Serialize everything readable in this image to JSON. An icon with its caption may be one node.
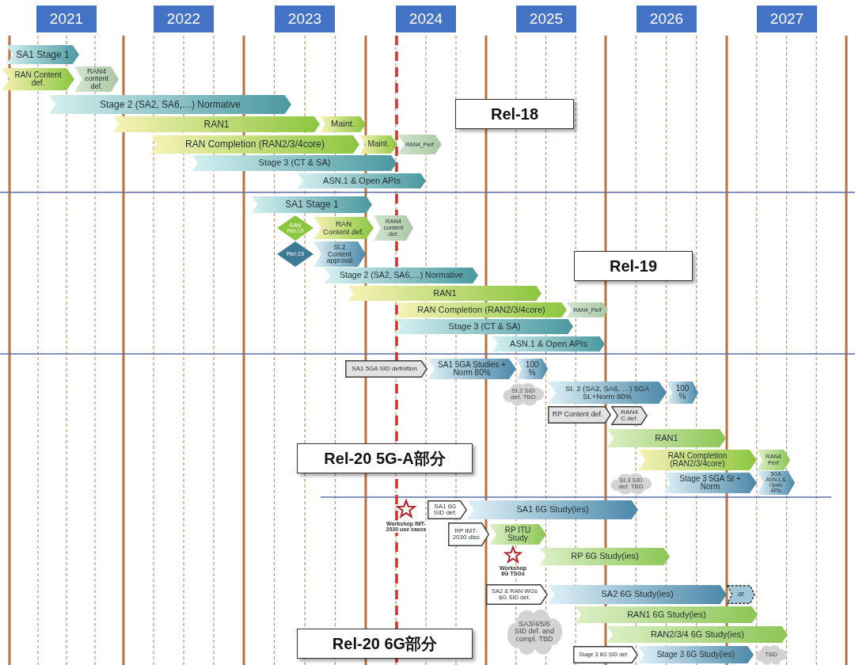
{
  "diagram": {
    "nodes": [
      {
        "text": [
          "2021"
        ]
      },
      {
        "text": [
          "2022"
        ]
      },
      {
        "text": [
          "2023"
        ]
      },
      {
        "text": [
          "2024"
        ]
      },
      {
        "text": [
          "2025"
        ]
      },
      {
        "text": [
          "2026"
        ]
      },
      {
        "text": [
          "2027"
        ]
      },
      {
        "text": [
          "SA1 Stage 1"
        ]
      },
      {
        "text": [
          "RAN Content def."
        ]
      },
      {
        "text": [
          "RAN4 content def."
        ]
      },
      {
        "text": [
          "Stage 2 (SA2, SA6,…) Normative"
        ]
      },
      {
        "text": [
          "Rel-18"
        ]
      },
      {
        "text": [
          "RAN1"
        ]
      },
      {
        "text": [
          "Maint."
        ]
      },
      {
        "text": [
          "RAN Completion (RAN2/3/4core)"
        ]
      },
      {
        "text": [
          "Maint."
        ]
      },
      {
        "text": [
          "RAN4_Perf"
        ]
      },
      {
        "text": [
          "Stage 3 (CT & SA)"
        ]
      },
      {
        "text": [
          "ASN.1 & Open APIs"
        ]
      },
      {
        "text": [
          "SA1 Stage 1"
        ]
      },
      {
        "text": [
          "RAN Rel-19"
        ]
      },
      {
        "text": [
          "RAN Content def."
        ]
      },
      {
        "text": [
          "RAN4 content def."
        ]
      },
      {
        "text": [
          "Rel-19"
        ]
      },
      {
        "text": [
          "St.2 Content approval"
        ]
      },
      {
        "text": [
          "Rel-19"
        ]
      },
      {
        "text": [
          "Stage 2 (SA2, SA6,…) Normative"
        ]
      },
      {
        "text": [
          "RAN1"
        ]
      },
      {
        "text": [
          "RAN Completion (RAN2/3/4core)"
        ]
      },
      {
        "text": [
          "RAN4_Perf"
        ]
      },
      {
        "text": [
          "Stage 3 (CT & SA)"
        ]
      },
      {
        "text": [
          "ASN.1 & Open APIs"
        ]
      },
      {
        "text": [
          "SA1 5GA SID definition"
        ]
      },
      {
        "text": [
          "SA1 5GA Studies + Norm 80%"
        ]
      },
      {
        "text": [
          "100 %"
        ]
      },
      {
        "text": [
          "St.2 SID def. TBD"
        ]
      },
      {
        "text": [
          "St. 2 (SA2, SA6, …) 5GA St.+Norm 80%"
        ]
      },
      {
        "text": [
          "100 %"
        ]
      },
      {
        "text": [
          "RP Content def."
        ]
      },
      {
        "text": [
          "RAN4 C.def."
        ]
      },
      {
        "text": [
          "RAN1"
        ]
      },
      {
        "text": [
          "Rel-20 5G-A部分"
        ]
      },
      {
        "text": [
          "RAN Completion (RAN2/3/4core)"
        ]
      },
      {
        "text": [
          "RAN4 Perf"
        ]
      },
      {
        "text": [
          "St.3 SID def. TBD"
        ]
      },
      {
        "text": [
          "Stage 3 5GA St + Norm"
        ]
      },
      {
        "text": [
          "5GA ASN.1 & Open APIs"
        ]
      },
      {
        "text": [],
        "shape": "star",
        "beside": [
          "Workshop IMT-2030 use cases"
        ]
      },
      {
        "text": [
          "SA1 6G SID def."
        ]
      },
      {
        "text": [
          "SA1 6G Study(ies)"
        ]
      },
      {
        "text": [
          "RP IMT-2030 disc"
        ]
      },
      {
        "text": [
          "RP ITU Study"
        ]
      },
      {
        "text": [],
        "shape": "star",
        "beside": [
          "Workshop 6G TSGs"
        ]
      },
      {
        "text": [
          "RP 6G Study(ies)"
        ]
      },
      {
        "text": [
          "SA2 & RAN WGs 6G SID def."
        ]
      },
      {
        "text": [
          "SA2 6G Study(ies)"
        ]
      },
      {
        "text": [
          "or"
        ]
      },
      {
        "text": [
          "RAN1 6G Study(ies)"
        ]
      },
      {
        "text": [
          "SA3/4/5/6 SID def. and compl. TBD"
        ]
      },
      {
        "text": [
          "RAN2/3/4 6G Study(ies)"
        ]
      },
      {
        "text": [
          "Rel-20 6G部分"
        ]
      },
      {
        "text": [
          "Stage 3 6G SID def."
        ]
      },
      {
        "text": [
          "Stage 3 6G Study(ies)"
        ]
      },
      {
        "text": [
          "TBD"
        ]
      }
    ]
  }
}
